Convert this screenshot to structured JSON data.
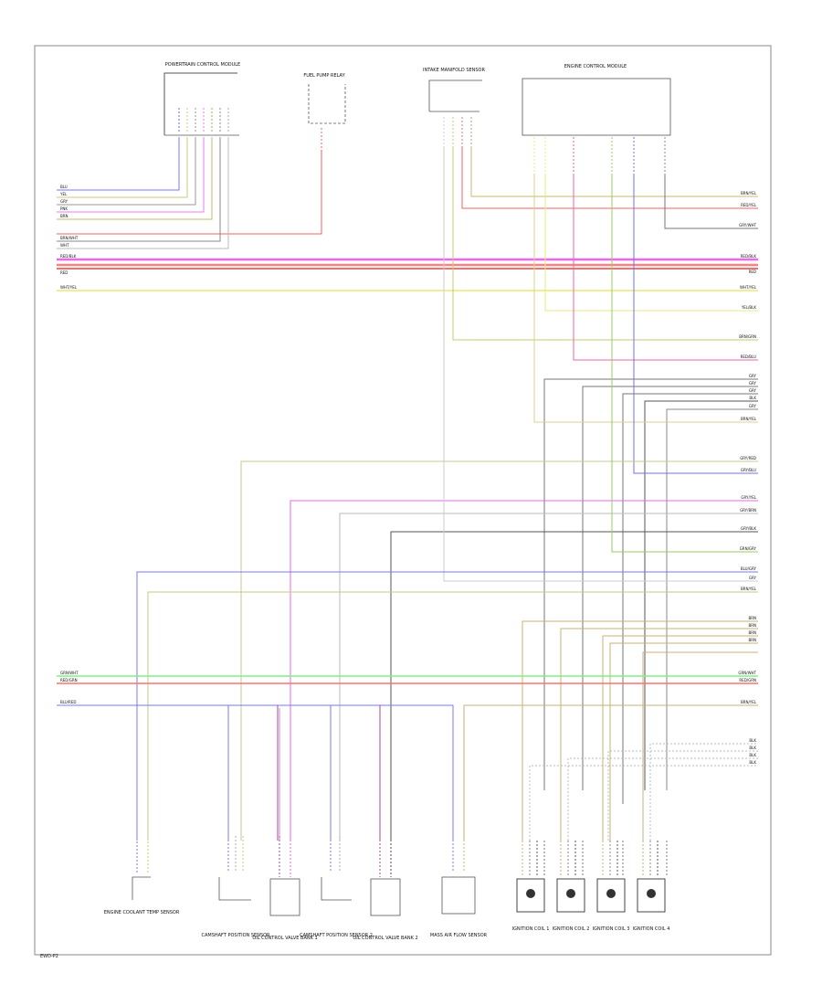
{
  "footer_code": "EWD-P2",
  "components": {
    "top_left_module": "POWERTRAIN CONTROL MODULE",
    "top_relay": "FUEL PUMP RELAY",
    "top_center_sensor": "INTAKE MANIFOLD SENSOR",
    "top_right_module": "ENGINE CONTROL MODULE",
    "bottom": [
      "ENGINE COOLANT TEMP SENSOR",
      "CAMSHAFT POSITION SENSOR",
      "OIL CONTROL VALVE BANK 1",
      "CAMSHAFT POSITION SENSOR 2",
      "OIL CONTROL VALVE BANK 2",
      "MASS AIR FLOW SENSOR",
      "IGNITION COIL 1",
      "IGNITION COIL 2",
      "IGNITION COIL 3",
      "IGNITION COIL 4"
    ]
  },
  "wire_labels_left": [
    "BLU",
    "YEL",
    "GRY",
    "PNK",
    "BRN",
    "BRN/WHT",
    "WHT",
    "RED/BLK",
    "RED",
    "WHT/YEL",
    "GRN/WHT",
    "RED/GRN",
    "BLU/RED"
  ],
  "wire_labels_right": [
    "BRN/YEL",
    "RED/YEL",
    "GRY/WHT",
    "RED/BLK",
    "RED",
    "WHT/YEL",
    "YEL/BLK",
    "BRN/GRN",
    "RED/BLU",
    "GRY",
    "GRY",
    "GRY",
    "BLK",
    "GRY",
    "BRN/YEL",
    "GRY/RED",
    "GRY/BLU",
    "GRY/YEL",
    "GRY/BRN",
    "GRY/BLK",
    "GRN/GRY",
    "BLU/GRY",
    "GRY",
    "BRN/YEL",
    "BRN",
    "BRN",
    "BRN",
    "BRN",
    "GRN/WHT",
    "RED/GRN",
    "BRN/YEL",
    "BLK",
    "BLK",
    "BLK",
    "BLK"
  ]
}
